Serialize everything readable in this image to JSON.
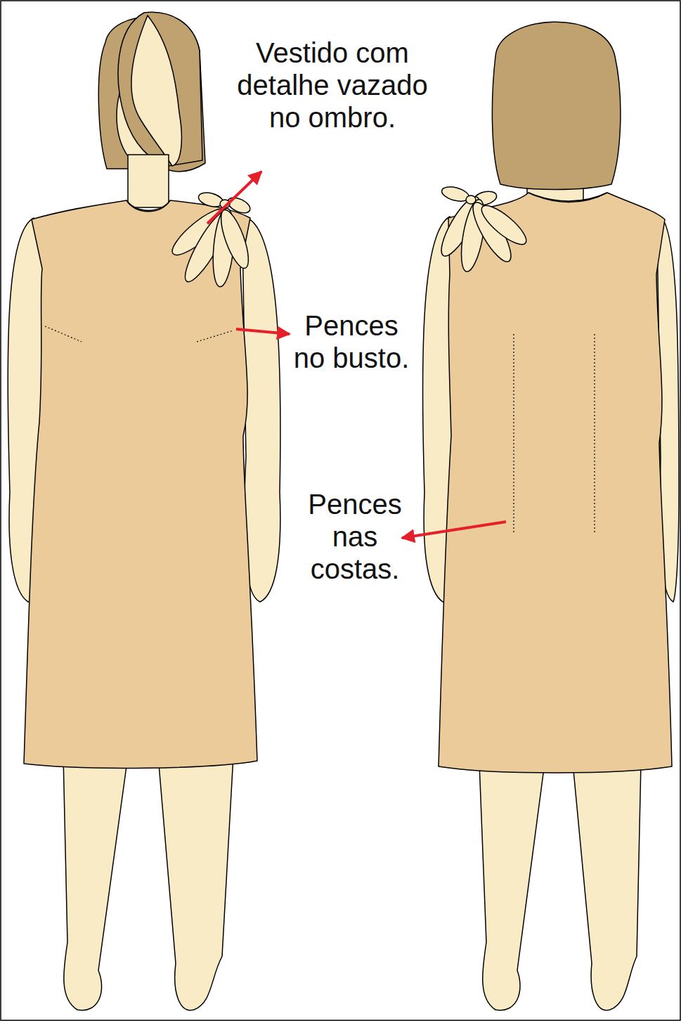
{
  "diagram": {
    "labels": [
      "Vestido com detalhe vazado no ombro.",
      "Pences no busto.",
      "Pences nas costas."
    ]
  }
}
